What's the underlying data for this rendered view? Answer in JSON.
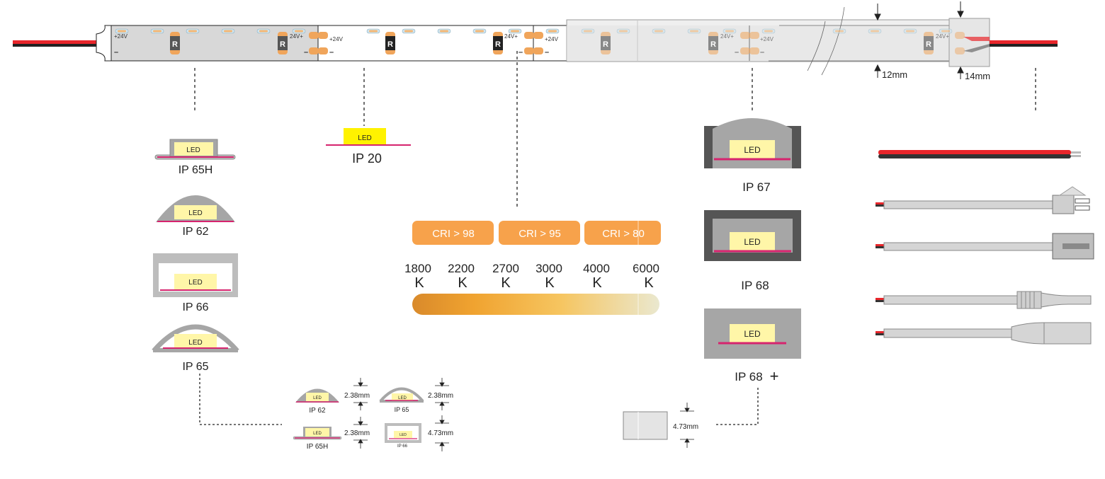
{
  "strip": {
    "pos_label": "+24V",
    "pos_label_right": "24V+",
    "neg_label": "–",
    "resistor_label": "R",
    "dim_12": "12mm",
    "dim_14": "14mm"
  },
  "ip_left": {
    "led_label": "LED",
    "ip65h": "IP 65H",
    "ip62": "IP 62",
    "ip66": "IP 66",
    "ip65": "IP 65"
  },
  "ip20": {
    "led_label": "LED",
    "label": "IP 20"
  },
  "cri": {
    "badges": [
      "CRI > 98",
      "CRI > 95",
      "CRI > 80"
    ],
    "temps": [
      "1800",
      "2200",
      "2700",
      "3000",
      "4000",
      "6000"
    ],
    "unit": "K",
    "gradient_colors": [
      "#d98a2b",
      "#f0a330",
      "#f6c560",
      "#eae8cf"
    ]
  },
  "ip_right": {
    "led_label": "LED",
    "ip67": "IP 67",
    "ip68": "IP 68",
    "ip68plus": "IP 68",
    "plus": "+"
  },
  "dims": {
    "led_label": "LED",
    "ip62": "IP 62",
    "ip65": "IP 65",
    "ip65h": "IP 65H",
    "ip66": "IP 66",
    "d238a": "2.38mm",
    "d238b": "2.38mm",
    "d238c": "2.38mm",
    "d473a": "4.73mm",
    "d473b": "4.73mm"
  },
  "colors": {
    "wire_red": "#e8262b",
    "wire_black": "#222222",
    "led_fill": "#fff6a8",
    "led_yellow": "#fff200",
    "pcb_pink": "#d6246e",
    "cover_gray": "#a6a6a6",
    "badge_orange": "#f7a24b"
  }
}
